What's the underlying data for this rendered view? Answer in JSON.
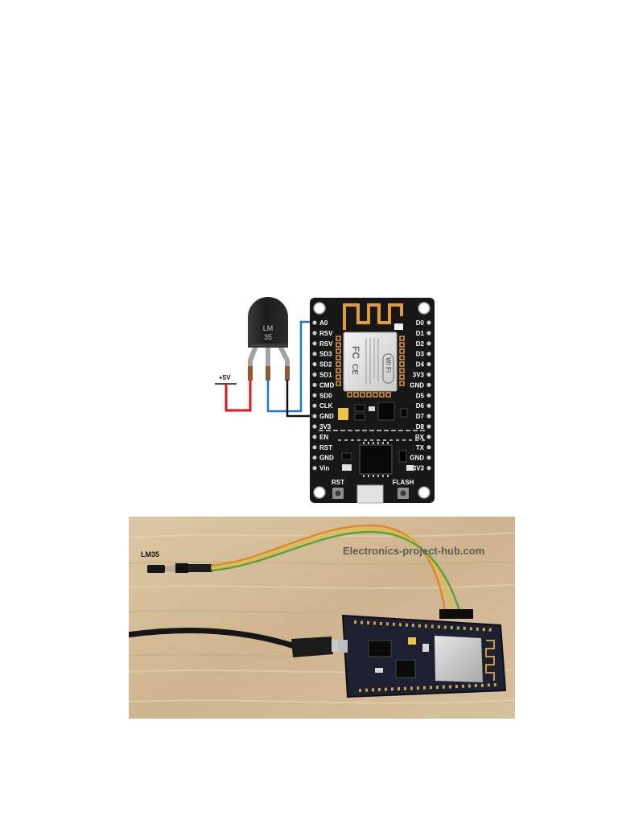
{
  "diagram": {
    "sensor": {
      "line1": "LM",
      "line2": "35"
    },
    "supply_label": "+5V",
    "board": {
      "left_pins": [
        "A0",
        "RSV",
        "RSV",
        "SD3",
        "SD2",
        "SD1",
        "CMD",
        "SD0",
        "CLK",
        "GND",
        "3V3",
        "EN",
        "RST",
        "GND",
        "Vin"
      ],
      "right_pins": [
        "D0",
        "D1",
        "D2",
        "D3",
        "D4",
        "3V3",
        "GND",
        "D5",
        "D6",
        "D7",
        "D8",
        "RX",
        "TX",
        "GND",
        "3V3"
      ],
      "reset_button_label": "RST",
      "flash_button_label": "FLASH",
      "module_marks": {
        "fcc": "FC",
        "ce": "CE",
        "wifi": "Wi Fi"
      }
    },
    "colors": {
      "vcc_wire": "#e3141b",
      "signal_wire": "#1e78d2",
      "ground_wire": "#111111",
      "board": "#171717",
      "antenna": "#e39b33"
    }
  },
  "photo": {
    "sensor_label": "LM35",
    "watermark": "Electronics-project-hub.com"
  }
}
